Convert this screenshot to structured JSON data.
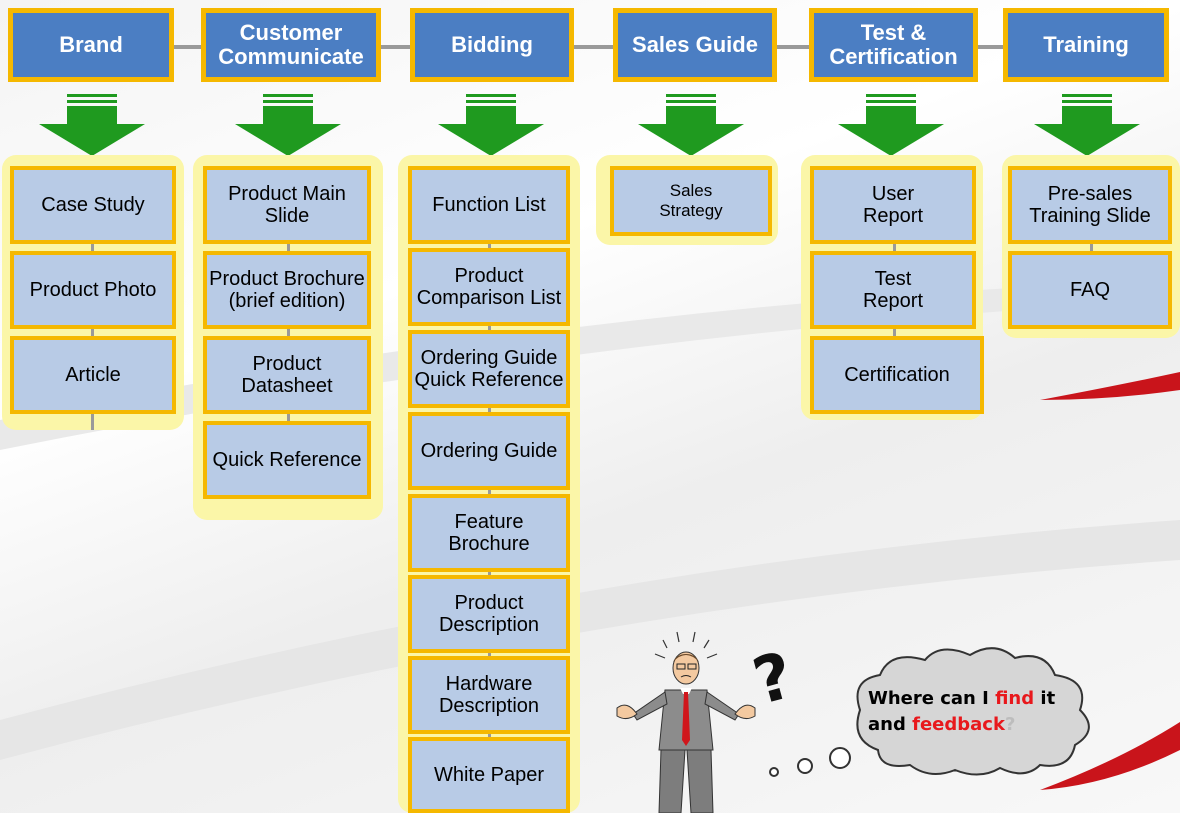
{
  "headers": [
    "Brand",
    "Customer Communicate",
    "Bidding",
    "Sales Guide",
    "Test & Certification",
    "Training"
  ],
  "columns": [
    {
      "items": [
        "Case Study",
        "Product Photo",
        "Article"
      ]
    },
    {
      "items": [
        "Product Main Slide",
        "Product Brochure (brief edition)",
        "Product Datasheet",
        "Quick Reference"
      ]
    },
    {
      "items": [
        "Function List",
        "Product Comparison List",
        "Ordering Guide Quick Reference",
        "Ordering Guide",
        "Feature Brochure",
        "Product Description",
        "Hardware Description",
        "White Paper"
      ]
    },
    {
      "items": [
        "Sales Strategy"
      ]
    },
    {
      "items": [
        "User Report",
        "Test Report",
        "Certification"
      ]
    },
    {
      "items": [
        "Pre-sales Training Slide",
        "FAQ"
      ]
    }
  ],
  "bubble": {
    "line1_pre": "Where can I ",
    "line1_em": "find",
    "line1_post": " it",
    "line2_pre": "and ",
    "line2_em": "feedback",
    "line2_q": "?"
  },
  "colors": {
    "header_fill": "#4b7ec3",
    "border_gold": "#f5b800",
    "item_fill": "#b8cbe6",
    "panel_fill": "#fbf6a8",
    "arrow_green": "#1f9a1f",
    "accent_red": "#e8181c"
  }
}
